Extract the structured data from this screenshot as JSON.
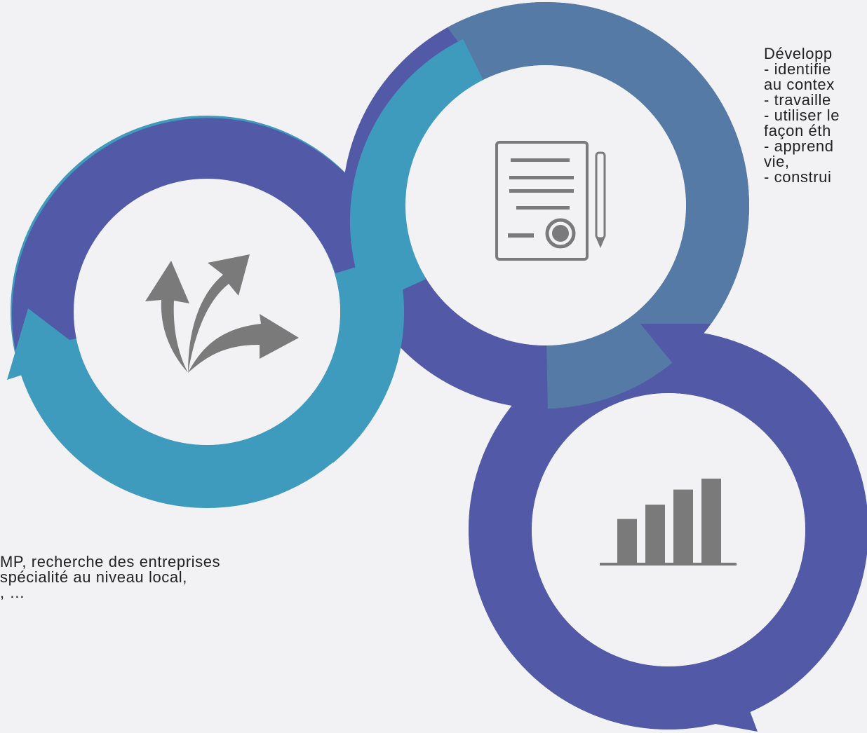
{
  "texts": {
    "top_right": "Développ\n- identifie\nau contex\n- travaille\n- utiliser le\nfaçon éth\n- apprend\nvie,\n- construi",
    "bottom_left": "MP, recherche des entreprises\nspécialité au niveau local,\n, …"
  },
  "colors": {
    "background": "#f2f2f4",
    "inner_circle": "#f2f2f4",
    "purple": "#5259a7",
    "teal": "#3f9bbe",
    "slate": "#547aa5",
    "icon": "#7a7a7a",
    "text": "#222222"
  },
  "icons": {
    "left": "branching-arrows-icon",
    "top": "document-certificate-icon",
    "bottom": "bar-chart-icon"
  },
  "bar_levels": [
    0.52,
    0.69,
    0.87,
    1.0
  ]
}
